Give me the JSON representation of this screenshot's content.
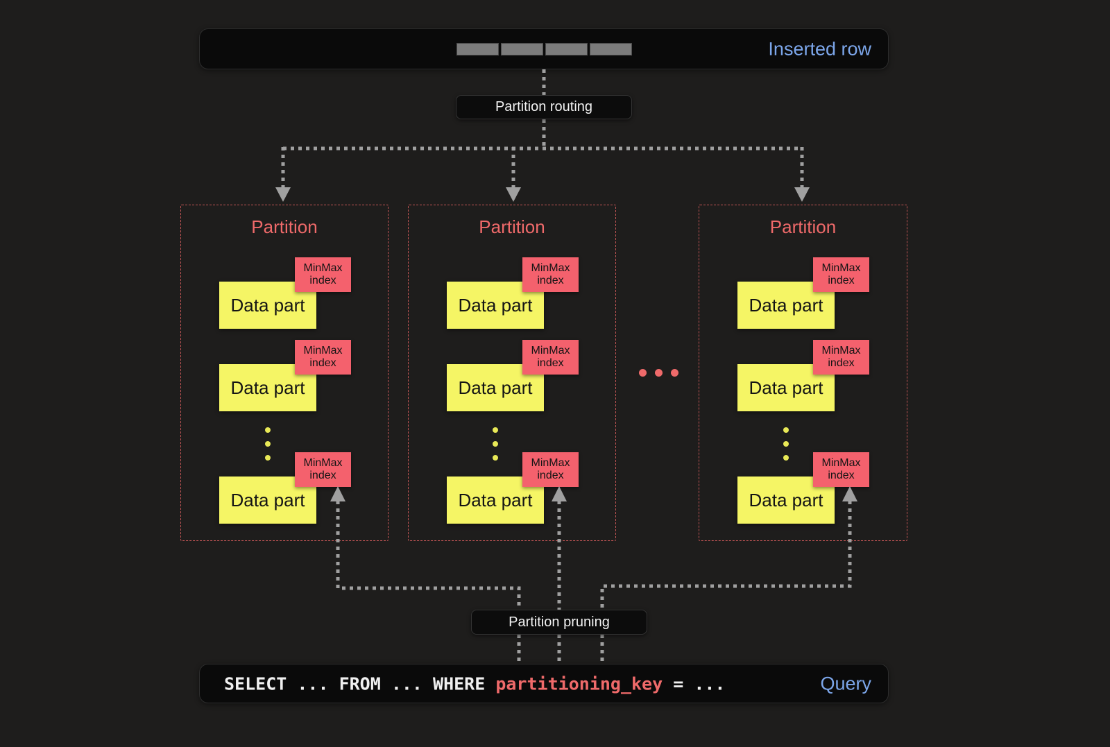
{
  "colors": {
    "accent_blue": "#7ca6ea",
    "accent_red": "#ef6a6a",
    "minmax_red": "#f4616d",
    "part_yellow": "#f5f565",
    "arrow_gray": "#a0a0a0"
  },
  "inserted_row": {
    "label": "Inserted row",
    "segment_count": 4
  },
  "badges": {
    "routing": "Partition routing",
    "pruning": "Partition pruning"
  },
  "partitions": [
    {
      "title": "Partition",
      "parts": [
        {
          "label": "Data part",
          "tag": "MinMax index"
        },
        {
          "label": "Data part",
          "tag": "MinMax index"
        },
        {
          "label": "Data part",
          "tag": "MinMax index"
        }
      ]
    },
    {
      "title": "Partition",
      "parts": [
        {
          "label": "Data part",
          "tag": "MinMax index"
        },
        {
          "label": "Data part",
          "tag": "MinMax index"
        },
        {
          "label": "Data part",
          "tag": "MinMax index"
        }
      ]
    },
    {
      "title": "Partition",
      "parts": [
        {
          "label": "Data part",
          "tag": "MinMax index"
        },
        {
          "label": "Data part",
          "tag": "MinMax index"
        },
        {
          "label": "Data part",
          "tag": "MinMax index"
        }
      ]
    }
  ],
  "ellipsis": {
    "more_parts": "⋮",
    "more_partitions": "…"
  },
  "query": {
    "sql_prefix": "SELECT ... FROM ... WHERE ",
    "sql_key": "partitioning_key",
    "sql_suffix": " = ...",
    "label": "Query"
  }
}
